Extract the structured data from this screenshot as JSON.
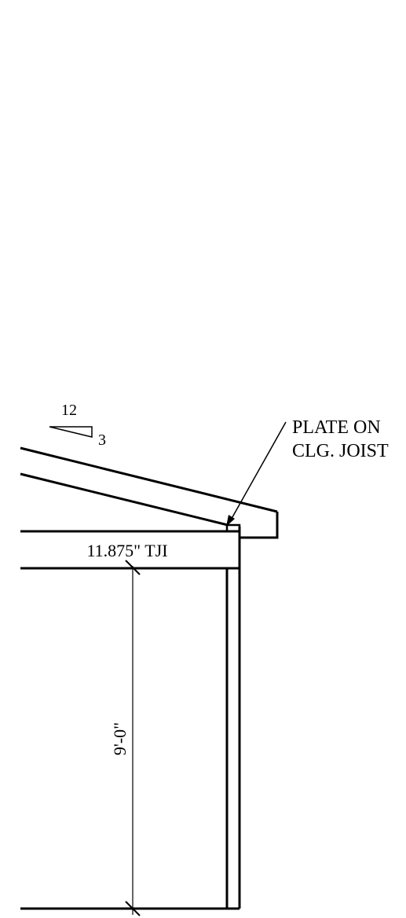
{
  "slope": {
    "run": "12",
    "rise": "3"
  },
  "callout": {
    "line1": "PLATE ON",
    "line2": "CLG. JOIST"
  },
  "joist_label": "11.875\" TJI",
  "height_dimension": "9'-0\""
}
